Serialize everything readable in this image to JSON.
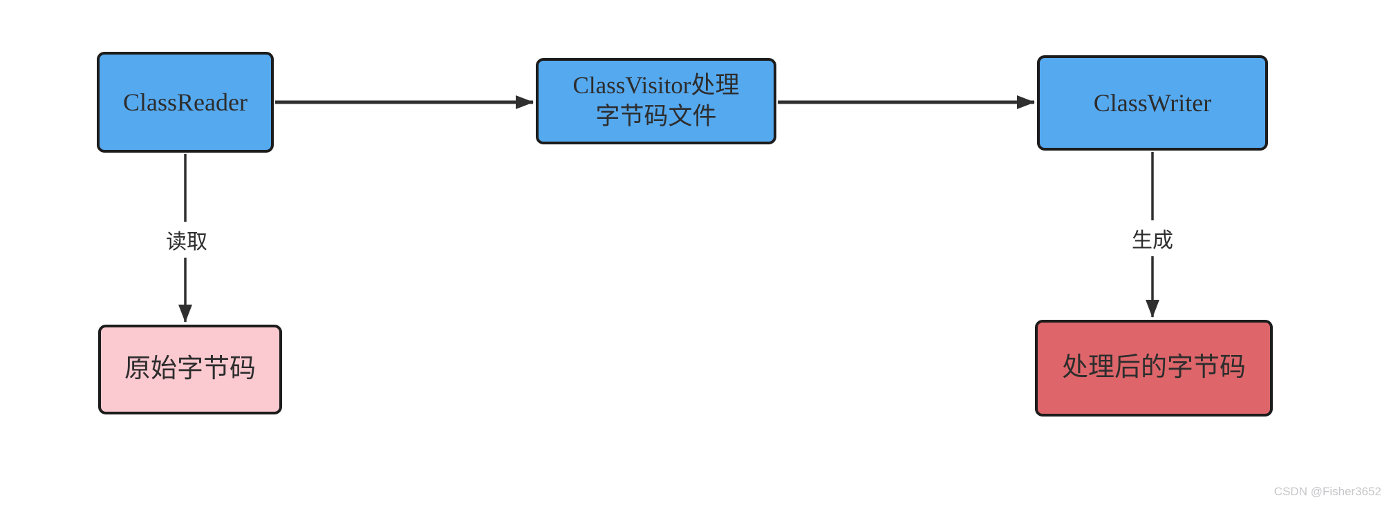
{
  "diagram": {
    "nodes": {
      "classreader": {
        "label": "ClassReader",
        "fill": "#55a9ef"
      },
      "classvisitor": {
        "line1": "ClassVisitor处理",
        "line2": "字节码文件",
        "fill": "#55a9ef"
      },
      "classwriter": {
        "label": "ClassWriter",
        "fill": "#55a9ef"
      },
      "original_bytecode": {
        "label": "原始字节码",
        "fill": "#fbc9d0"
      },
      "processed_bytecode": {
        "label": "处理后的字节码",
        "fill": "#de666a"
      }
    },
    "edges": [
      {
        "from": "ClassReader",
        "to": "ClassVisitor处理字节码文件",
        "label": ""
      },
      {
        "from": "ClassVisitor处理字节码文件",
        "to": "ClassWriter",
        "label": ""
      },
      {
        "from": "ClassReader",
        "to": "原始字节码",
        "label": "读取"
      },
      {
        "from": "ClassWriter",
        "to": "处理后的字节码",
        "label": "生成"
      }
    ],
    "edge_labels": {
      "read": "读取",
      "generate": "生成"
    },
    "colors": {
      "node_border": "#1c1c1c",
      "arrow": "#2f2f2f",
      "text": "#2d2d2d",
      "blue_fill": "#55a9ef",
      "pink_fill": "#fbc9d0",
      "red_fill": "#de666a",
      "watermark": "#c7c7ca"
    }
  },
  "watermark": "CSDN @Fisher3652"
}
